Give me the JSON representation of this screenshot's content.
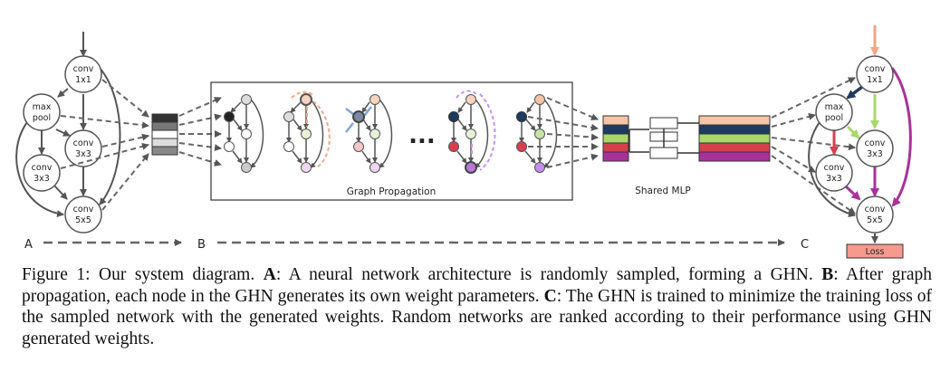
{
  "diagram": {
    "arch_nodes": {
      "conv1x1": [
        "conv",
        "1x1"
      ],
      "maxpool": [
        "max",
        "pool"
      ],
      "conv3x3_right": [
        "conv",
        "3x3"
      ],
      "conv3x3_left": [
        "conv",
        "3x3"
      ],
      "conv5x5": [
        "conv",
        "5x5"
      ]
    },
    "graph_propagation_label": "Graph Propagation",
    "ellipsis": "...",
    "shared_mlp_label": "Shared MLP",
    "loss_label": "Loss",
    "stage_labels": {
      "a": "A",
      "b": "B",
      "c": "C"
    },
    "colors": {
      "orange": "#f4a582",
      "navy": "#1f3a5f",
      "green": "#a6d96a",
      "red": "#d6404e",
      "purple": "#a8329b",
      "lavender": "#c58ff0",
      "loss_fill": "#f59a8e"
    }
  },
  "caption": {
    "prefix": "Figure 1: Our system diagram.",
    "a_label": "A",
    "a_text": ": A neural network architecture is randomly sampled, forming a GHN.",
    "b_label": "B",
    "b_text": ": After graph propagation, each node in the GHN generates its own weight parameters.",
    "c_label": "C",
    "c_text": ": The GHN is trained to minimize the training loss of the sampled network with the generated weights. Random networks are ranked according to their performance using GHN generated weights."
  }
}
